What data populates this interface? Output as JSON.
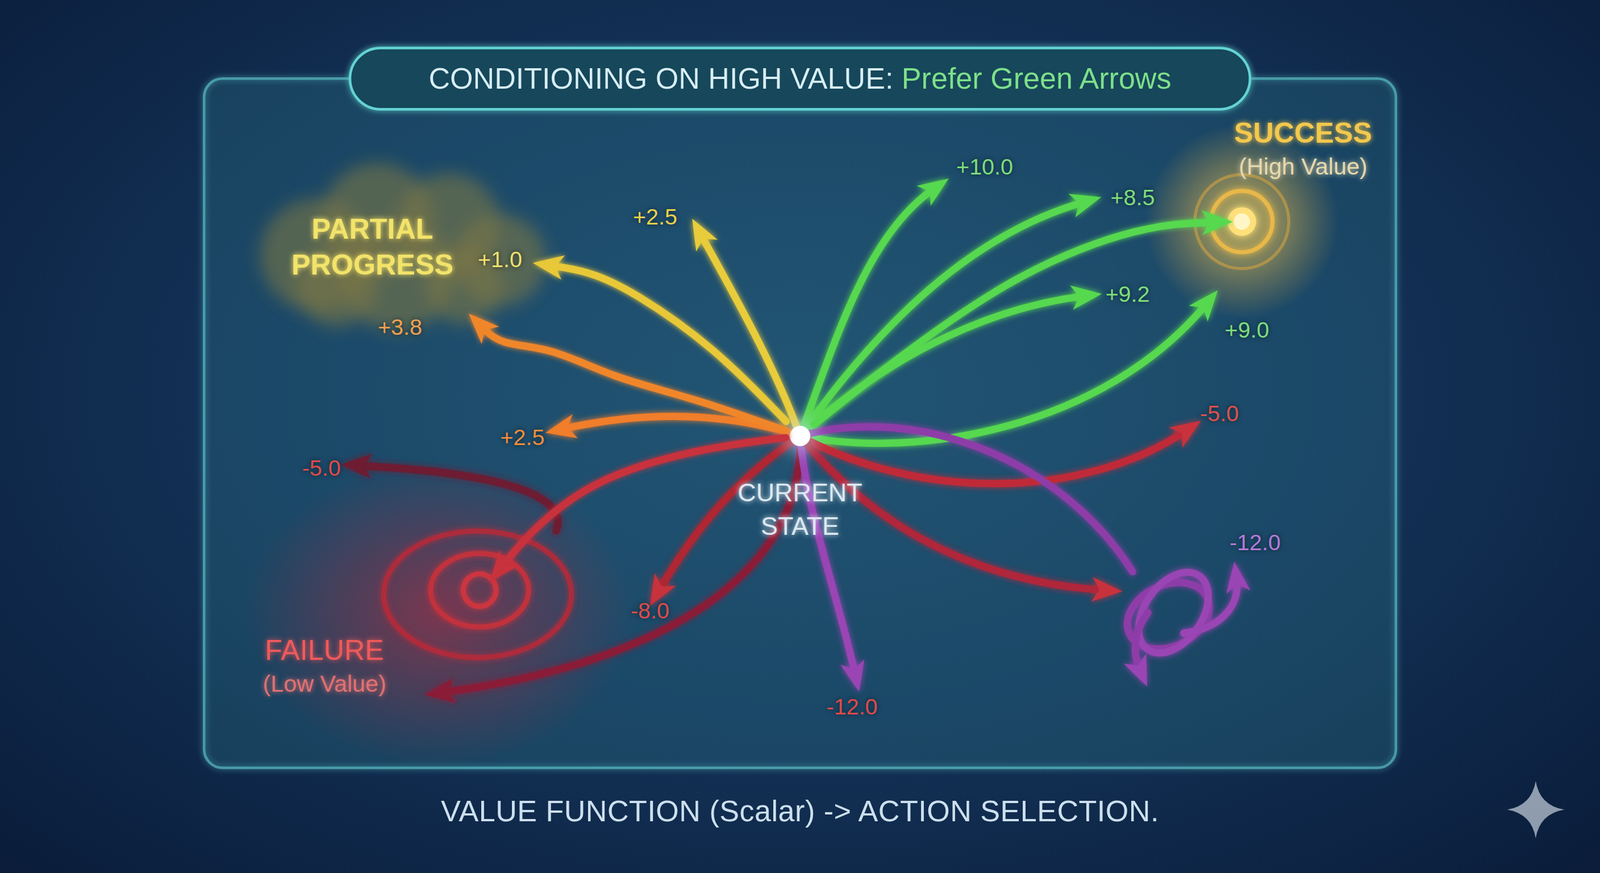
{
  "diagram": {
    "title": "CONDITIONING ON HIGH VALUE: Prefer Green Arrows",
    "caption": "VALUE FUNCTION (Scalar) -> ACTION SELECTION.",
    "nodes": [
      {
        "text": [
          "PARTIAL PROGRESS"
        ]
      },
      {
        "text": [
          "SUCCESS",
          "(High Value)"
        ]
      },
      {
        "text": [
          "CURRENT STATE"
        ]
      },
      {
        "text": [
          "FAILURE",
          "(Low Value)"
        ]
      }
    ],
    "edges": [
      {
        "from": 2,
        "to": 1,
        "arrow": "to"
      },
      {
        "from": 2,
        "to": 0,
        "arrow": "to",
        "label": "+3.8"
      },
      {
        "from": 2,
        "to": 0,
        "arrow": "to",
        "label": "+1.0"
      },
      {
        "from": 2,
        "to": 3,
        "arrow": "to"
      }
    ],
    "labels": [
      "+10.0",
      "+8.5",
      "+2.5",
      "+9.2",
      "+9.0",
      "-5.0",
      "+2.5",
      "-5.0",
      "-12.0",
      "-8.0",
      "-12.0"
    ]
  }
}
